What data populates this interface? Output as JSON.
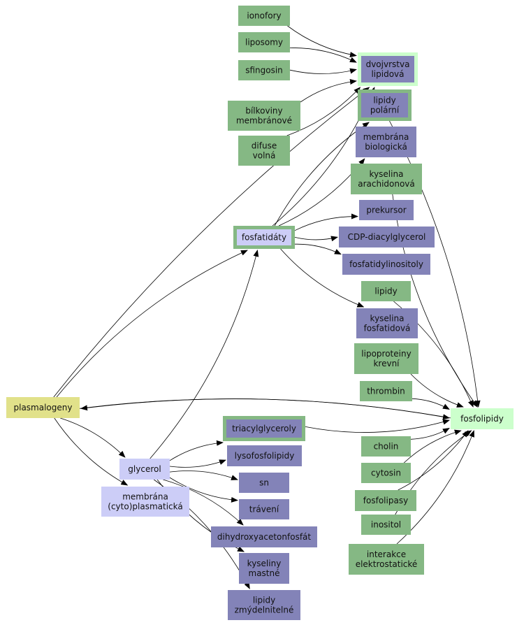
{
  "colors": {
    "green": "#85b884",
    "purple": "#8383b8",
    "lavender": "#cccdf7",
    "light_green": "#ccffcc",
    "yellow": "#e1e18a",
    "edge": "#000000"
  },
  "nodes": {
    "ionofory": {
      "lines": [
        "ionofory"
      ],
      "style": "green"
    },
    "liposomy": {
      "lines": [
        "liposomy"
      ],
      "style": "green"
    },
    "sfingosin": {
      "lines": [
        "sfingosin"
      ],
      "style": "green"
    },
    "dvojvrstva": {
      "lines": [
        "dvojvrstva",
        "lipidová"
      ],
      "style": "purple-hl"
    },
    "bilkoviny": {
      "lines": [
        "bílkoviny",
        "membránové"
      ],
      "style": "green"
    },
    "lipidy_polarni": {
      "lines": [
        "lipidy",
        "polární"
      ],
      "style": "purple-gr"
    },
    "difuse": {
      "lines": [
        "difuse",
        "volná"
      ],
      "style": "green"
    },
    "membrana_bio": {
      "lines": [
        "membrána",
        "biologická"
      ],
      "style": "purple"
    },
    "arachidonova": {
      "lines": [
        "kyselina",
        "arachidonová"
      ],
      "style": "green"
    },
    "prekursor": {
      "lines": [
        "prekursor"
      ],
      "style": "purple"
    },
    "fosfatidaty": {
      "lines": [
        "fosfatidáty"
      ],
      "style": "lav-gr"
    },
    "cdp": {
      "lines": [
        "CDP-diacylglycerol"
      ],
      "style": "purple"
    },
    "fosfatidylinositoly": {
      "lines": [
        "fosfatidylinositoly"
      ],
      "style": "purple"
    },
    "lipidy": {
      "lines": [
        "lipidy"
      ],
      "style": "green"
    },
    "fosfatidova": {
      "lines": [
        "kyselina",
        "fosfatidová"
      ],
      "style": "purple"
    },
    "lipoproteiny": {
      "lines": [
        "lipoproteiny",
        "krevní"
      ],
      "style": "green"
    },
    "thrombin": {
      "lines": [
        "thrombin"
      ],
      "style": "green"
    },
    "plasmalogeny": {
      "lines": [
        "plasmalogeny"
      ],
      "style": "yellow"
    },
    "fosfolipidy": {
      "lines": [
        "fosfolipidy"
      ],
      "style": "light-green"
    },
    "triacylglyceroly": {
      "lines": [
        "triacylglyceroly"
      ],
      "style": "purple-gr"
    },
    "cholin": {
      "lines": [
        "cholin"
      ],
      "style": "green"
    },
    "lysofosfolipidy": {
      "lines": [
        "lysofosfolipidy"
      ],
      "style": "purple"
    },
    "glycerol": {
      "lines": [
        "glycerol"
      ],
      "style": "lavender"
    },
    "cytosin": {
      "lines": [
        "cytosin"
      ],
      "style": "green"
    },
    "membrana_cyto": {
      "lines": [
        "membrána",
        "(cyto)plasmatická"
      ],
      "style": "lavender"
    },
    "sn": {
      "lines": [
        "sn"
      ],
      "style": "purple"
    },
    "fosfolipasy": {
      "lines": [
        "fosfolipasy"
      ],
      "style": "green"
    },
    "traveni": {
      "lines": [
        "trávení"
      ],
      "style": "purple"
    },
    "inositol": {
      "lines": [
        "inositol"
      ],
      "style": "green"
    },
    "dihydroxy": {
      "lines": [
        "dihydroxyacetonfosfát"
      ],
      "style": "purple"
    },
    "interakce": {
      "lines": [
        "interakce",
        "elektrostatické"
      ],
      "style": "green"
    },
    "mastne": {
      "lines": [
        "kyseliny",
        "mastné"
      ],
      "style": "purple"
    },
    "zmydelnitelne": {
      "lines": [
        "lipidy",
        "zmýdelnitelné"
      ],
      "style": "purple"
    }
  },
  "edges": [
    [
      "ionofory",
      "dvojvrstva"
    ],
    [
      "liposomy",
      "dvojvrstva"
    ],
    [
      "sfingosin",
      "dvojvrstva"
    ],
    [
      "bilkoviny",
      "dvojvrstva"
    ],
    [
      "difuse",
      "dvojvrstva"
    ],
    [
      "plasmalogeny",
      "dvojvrstva"
    ],
    [
      "fosfatidaty",
      "dvojvrstva"
    ],
    [
      "fosfatidaty",
      "lipidy_polarni"
    ],
    [
      "fosfatidaty",
      "membrana_bio"
    ],
    [
      "fosfatidaty",
      "prekursor"
    ],
    [
      "fosfatidaty",
      "cdp"
    ],
    [
      "fosfatidaty",
      "fosfatidylinositoly"
    ],
    [
      "fosfatidaty",
      "fosfatidova"
    ],
    [
      "plasmalogeny",
      "fosfatidaty"
    ],
    [
      "glycerol",
      "fosfatidaty"
    ],
    [
      "plasmalogeny",
      "fosfolipidy"
    ],
    [
      "fosfolipidy",
      "plasmalogeny"
    ],
    [
      "plasmalogeny",
      "glycerol"
    ],
    [
      "plasmalogeny",
      "membrana_cyto"
    ],
    [
      "glycerol",
      "triacylglyceroly"
    ],
    [
      "glycerol",
      "lysofosfolipidy"
    ],
    [
      "glycerol",
      "sn"
    ],
    [
      "glycerol",
      "traveni"
    ],
    [
      "glycerol",
      "dihydroxy"
    ],
    [
      "glycerol",
      "mastne"
    ],
    [
      "glycerol",
      "zmydelnitelne"
    ],
    [
      "triacylglyceroly",
      "fosfolipidy"
    ],
    [
      "lipidy_polarni",
      "fosfolipidy"
    ],
    [
      "arachidonova",
      "fosfolipidy"
    ],
    [
      "lipidy",
      "fosfolipidy"
    ],
    [
      "lipoproteiny",
      "fosfolipidy"
    ],
    [
      "thrombin",
      "fosfolipidy"
    ],
    [
      "cholin",
      "fosfolipidy"
    ],
    [
      "cytosin",
      "fosfolipidy"
    ],
    [
      "fosfolipasy",
      "fosfolipidy"
    ],
    [
      "inositol",
      "fosfolipidy"
    ],
    [
      "interakce",
      "fosfolipidy"
    ]
  ]
}
